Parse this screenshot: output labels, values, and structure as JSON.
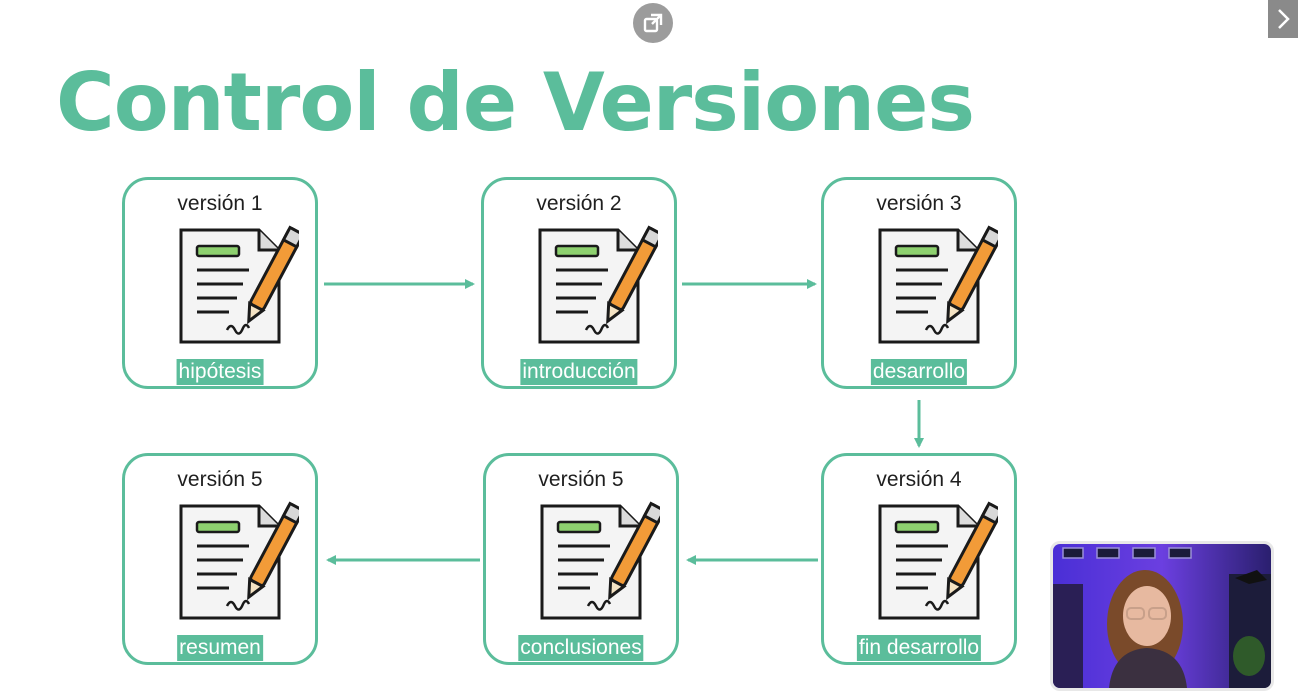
{
  "slide": {
    "title": "Control de Versiones",
    "cards": [
      {
        "version": "versión 1",
        "label": "hipótesis"
      },
      {
        "version": "versión 2",
        "label": "introducción"
      },
      {
        "version": "versión 3",
        "label": "desarrollo"
      },
      {
        "version": "versión 4",
        "label": "fin desarrollo"
      },
      {
        "version": "versión 5",
        "label": "conclusiones"
      },
      {
        "version": "versión 5",
        "label": "resumen"
      }
    ]
  },
  "controls": {
    "popout_icon": "popout-icon",
    "next_icon": "chevron-right-icon"
  },
  "colors": {
    "accent": "#5bbd9b",
    "pen": "#f29b38",
    "doc_bar": "#8ed16f"
  }
}
